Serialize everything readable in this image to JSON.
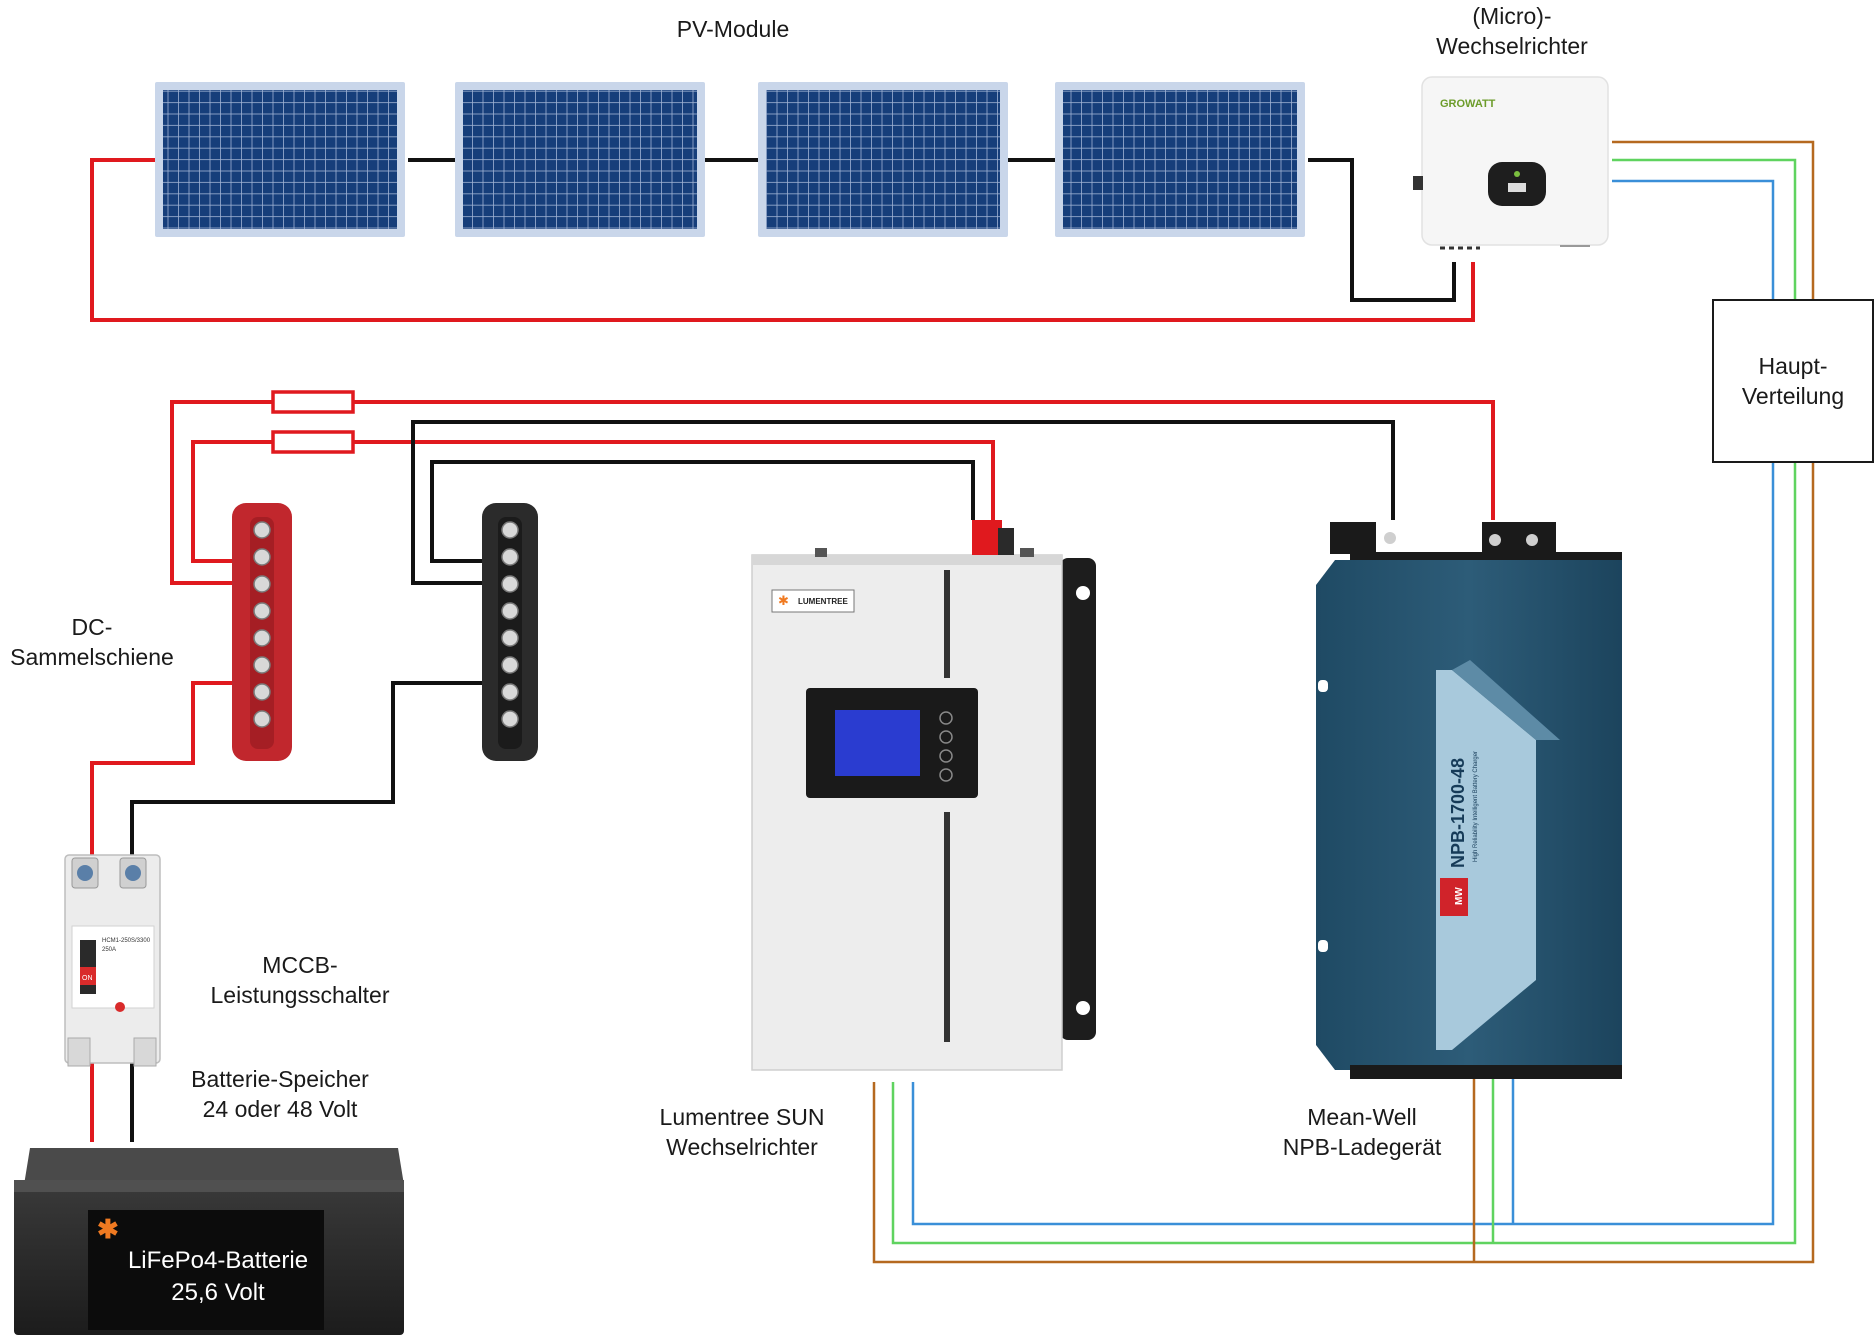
{
  "labels": {
    "pv_modules": "PV-Module",
    "micro_inverter": {
      "line1": "(Micro)-",
      "line2": "Wechselrichter"
    },
    "main_distribution": {
      "line1": "Haupt-",
      "line2": "Verteilung"
    },
    "dc_busbar": {
      "line1": "DC-",
      "line2": "Sammelschiene"
    },
    "mccb": {
      "line1": "MCCB-",
      "line2": "Leistungsschalter"
    },
    "battery_storage": {
      "line1": "Batterie-Speicher",
      "line2": "24 oder 48 Volt"
    },
    "lumentree": {
      "line1": "Lumentree SUN",
      "line2": "Wechselrichter"
    },
    "meanwell": {
      "line1": "Mean-Well",
      "line2": "NPB-Ladegerät"
    }
  },
  "devices": {
    "battery_label": {
      "line1": "LiFePo4-Batterie",
      "line2": "25,6 Volt"
    },
    "growatt_brand": "GROWATT",
    "lumentree_brand": "LUMENTREE",
    "charger_model": "NPB-1700-48",
    "charger_subtitle": "High Reliability Intelligent Battery Charger",
    "charger_brand": "MW",
    "mccb_model": "HCM1-250S/3300",
    "mccb_rating": "250A",
    "mccb_on": "ON"
  },
  "colors": {
    "dc_positive": "#e0191e",
    "dc_negative": "#111111",
    "ac_phase": "#b5691f",
    "ac_earth": "#5fd35f",
    "ac_neutral": "#3a8fd8",
    "panel_cell": "#163e7a",
    "panel_frame": "#c9d6ea"
  }
}
